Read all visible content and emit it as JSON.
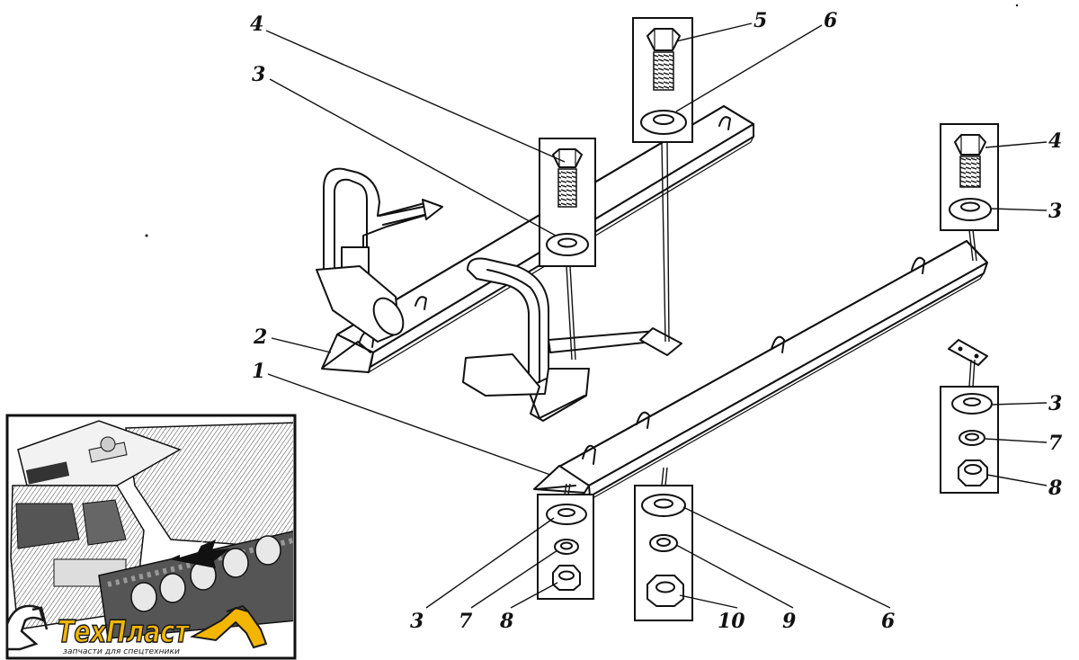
{
  "callouts": {
    "c1": "1",
    "c2": "2",
    "c3a": "3",
    "c4a": "4",
    "c5": "5",
    "c6a": "6",
    "c4b": "4",
    "c3b": "3",
    "c3c": "3",
    "c7a": "7",
    "c8a": "8",
    "c3d": "3",
    "c7b": "7",
    "c8b": "8",
    "c10": "10",
    "c9": "9",
    "c6b": "6"
  },
  "logo": {
    "name": "ТехПласт",
    "tagline": "запчасти для спецтехники",
    "colors": {
      "primary": "#f2b600",
      "outline": "#1a1a1a"
    }
  }
}
